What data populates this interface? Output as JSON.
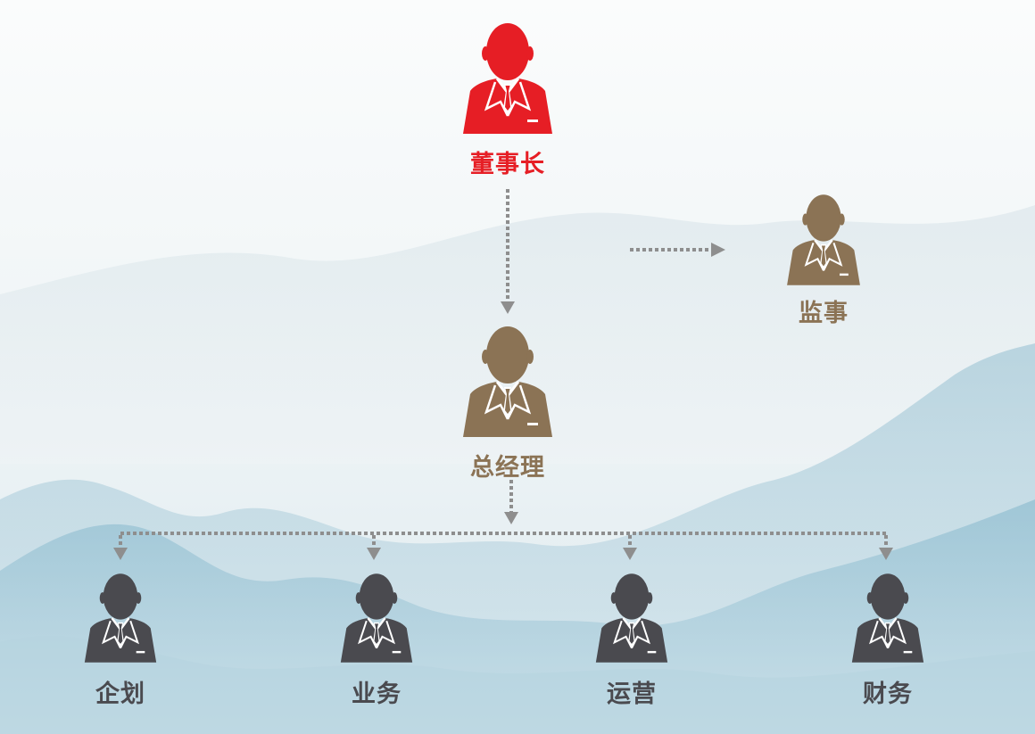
{
  "chairman": {
    "label": "董事长",
    "color": "#e61e25"
  },
  "general_manager": {
    "label": "总经理",
    "color": "#8b7355"
  },
  "supervisor": {
    "label": "监事",
    "color": "#8b7355"
  },
  "departments": [
    {
      "label": "企划"
    },
    {
      "label": "业务"
    },
    {
      "label": "运营"
    },
    {
      "label": "财务"
    }
  ],
  "department_color": "#4a4a4f",
  "connector_color": "#8e8e8e",
  "icons": {
    "person": "businessman-icon"
  }
}
